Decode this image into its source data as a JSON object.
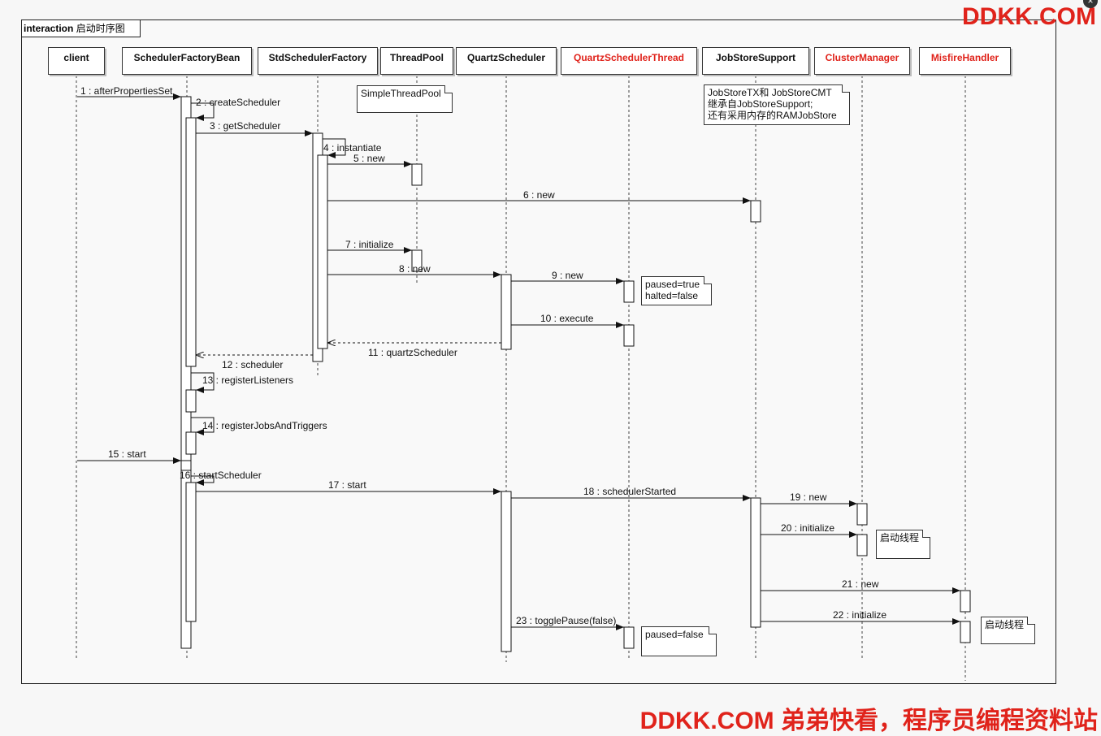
{
  "frame": {
    "keyword": "interaction",
    "title": "启动时序图"
  },
  "watermark": {
    "top": "DDKK.COM",
    "bottom": "DDKK.COM 弟弟快看，程序员编程资料站"
  },
  "colors": {
    "accent_red": "#e0231b",
    "line": "#111111"
  },
  "lifelines": [
    {
      "id": "client",
      "label": "client",
      "highlight": false
    },
    {
      "id": "sfb",
      "label": "SchedulerFactoryBean",
      "highlight": false
    },
    {
      "id": "ssf",
      "label": "StdSchedulerFactory",
      "highlight": false
    },
    {
      "id": "tp",
      "label": "ThreadPool",
      "highlight": false
    },
    {
      "id": "qs",
      "label": "QuartzScheduler",
      "highlight": false
    },
    {
      "id": "qst",
      "label": "QuartzSchedulerThread",
      "highlight": true
    },
    {
      "id": "jss",
      "label": "JobStoreSupport",
      "highlight": false
    },
    {
      "id": "cm",
      "label": "ClusterManager",
      "highlight": true
    },
    {
      "id": "mh",
      "label": "MisfireHandler",
      "highlight": true
    }
  ],
  "messages": [
    {
      "num": "1",
      "label": "1 : afterPropertiesSet"
    },
    {
      "num": "2",
      "label": "2 : createScheduler"
    },
    {
      "num": "3",
      "label": "3 : getScheduler"
    },
    {
      "num": "4",
      "label": "4 : instantiate"
    },
    {
      "num": "5",
      "label": "5 : new"
    },
    {
      "num": "6",
      "label": "6 : new"
    },
    {
      "num": "7",
      "label": "7 : initialize"
    },
    {
      "num": "8",
      "label": "8 : new"
    },
    {
      "num": "9",
      "label": "9 : new"
    },
    {
      "num": "10",
      "label": "10 : execute"
    },
    {
      "num": "11",
      "label": "11 : quartzScheduler"
    },
    {
      "num": "12",
      "label": "12 : scheduler"
    },
    {
      "num": "13",
      "label": "13 : registerListeners"
    },
    {
      "num": "14",
      "label": "14 : registerJobsAndTriggers"
    },
    {
      "num": "15",
      "label": "15 : start"
    },
    {
      "num": "16",
      "label": "16 : startScheduler"
    },
    {
      "num": "17",
      "label": "17 : start"
    },
    {
      "num": "18",
      "label": "18 : schedulerStarted"
    },
    {
      "num": "19",
      "label": "19 : new"
    },
    {
      "num": "20",
      "label": "20 : initialize"
    },
    {
      "num": "21",
      "label": "21 : new"
    },
    {
      "num": "22",
      "label": "22 : initialize"
    },
    {
      "num": "23",
      "label": "23 : togglePause(false)"
    }
  ],
  "notes": [
    {
      "id": "note-threadpool",
      "lines": [
        "SimpleThreadPool"
      ]
    },
    {
      "id": "note-jobstore",
      "lines": [
        "JobStoreTX和 JobStoreCMT",
        "继承自JobStoreSupport;",
        "还有采用内存的RAMJobStore"
      ]
    },
    {
      "id": "note-paused-true",
      "lines": [
        "paused=true",
        "halted=false"
      ]
    },
    {
      "id": "note-cluster",
      "lines": [
        "启动线程"
      ]
    },
    {
      "id": "note-misfire",
      "lines": [
        "启动线程"
      ]
    },
    {
      "id": "note-paused-false",
      "lines": [
        "paused=false"
      ]
    }
  ]
}
